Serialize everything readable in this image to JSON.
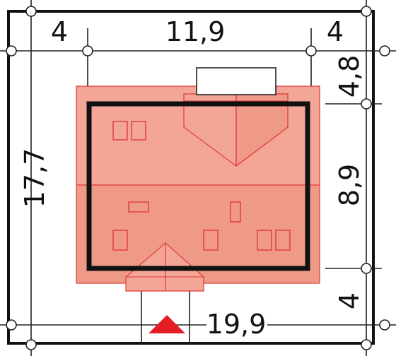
{
  "dimensions": {
    "top_left_setback": "4",
    "top_width": "11,9",
    "top_right_setback": "4",
    "right_top_setback": "4,8",
    "right_depth": "8,9",
    "right_bottom_setback": "4",
    "left_total_depth": "17,7",
    "bottom_total_width": "19,9"
  },
  "colors": {
    "plot_outline": "#111111",
    "roof_light": "#f3a696",
    "roof_mid": "#ef9a88",
    "roof_edge": "#e03a3a",
    "chimney_fill": "#ffffff",
    "entrance_marker": "#e31e24"
  },
  "icons": {
    "entrance": "entrance-triangle-icon",
    "dimension_node": "dimension-node-icon"
  }
}
